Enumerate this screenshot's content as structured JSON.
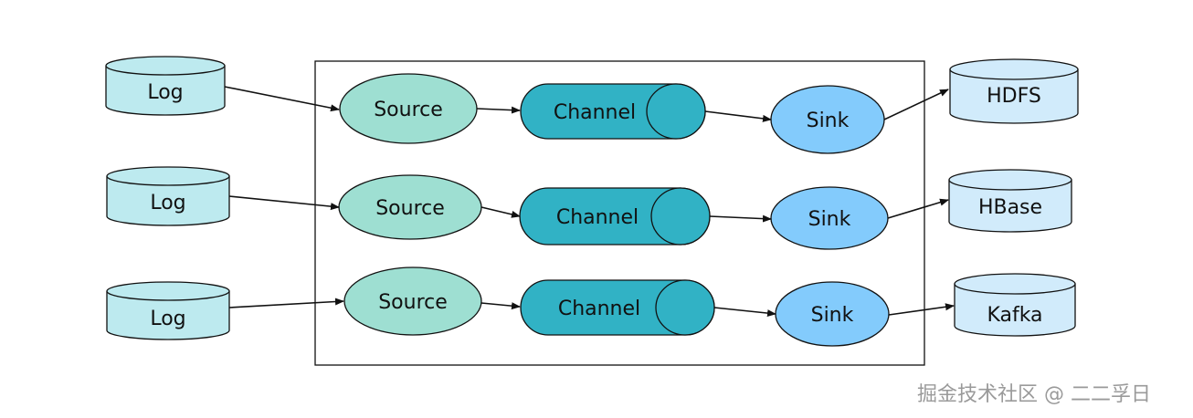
{
  "colors": {
    "db_fill": "#bdeaef",
    "db_right_fill": "#d1ebfb",
    "source_fill": "#9edfd2",
    "channel_fill": "#31b2c5",
    "sink_fill": "#83cbfc",
    "stroke": "#111111",
    "watermark": "#9a9a9a"
  },
  "inputs": [
    {
      "label": "Log"
    },
    {
      "label": "Log"
    },
    {
      "label": "Log"
    }
  ],
  "agent": {
    "rows": [
      {
        "source": "Source",
        "channel": "Channel",
        "sink": "Sink"
      },
      {
        "source": "Source",
        "channel": "Channel",
        "sink": "Sink"
      },
      {
        "source": "Source",
        "channel": "Channel",
        "sink": "Sink"
      }
    ]
  },
  "outputs": [
    {
      "label": "HDFS"
    },
    {
      "label": "HBase"
    },
    {
      "label": "Kafka"
    }
  ],
  "watermark": "掘金技术社区 @ 二二孚日"
}
